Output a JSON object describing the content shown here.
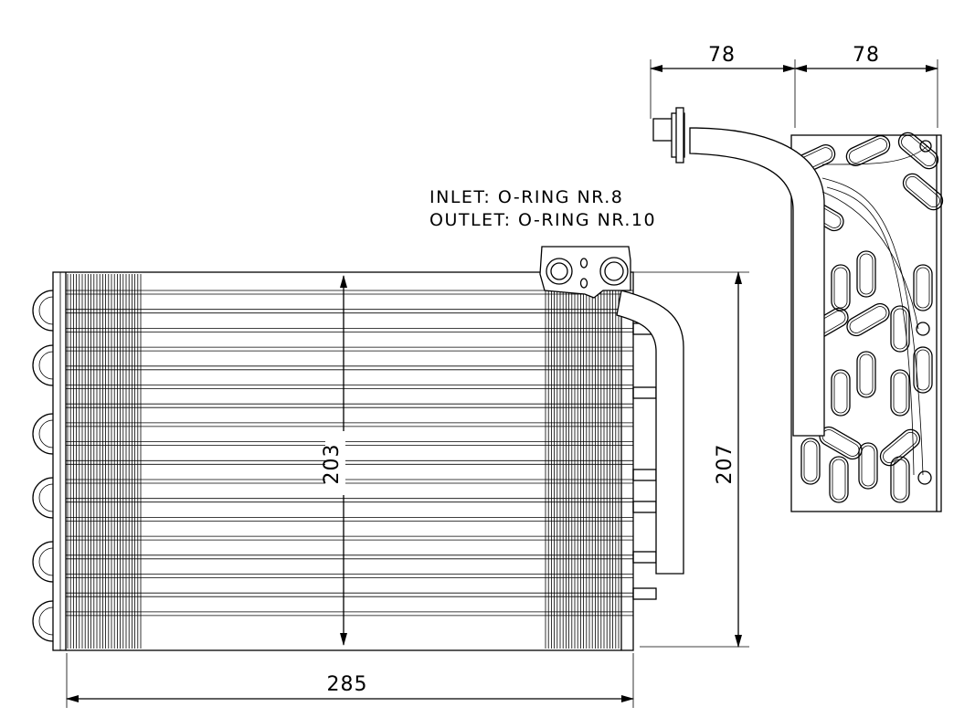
{
  "drawing": {
    "notes": [
      "INLET: O-RING NR.8",
      "OUTLET: O-RING NR.10"
    ],
    "dimensions": {
      "core_height": "203",
      "total_height": "207",
      "width": "285",
      "depth_left": "78",
      "depth_right": "78"
    }
  }
}
